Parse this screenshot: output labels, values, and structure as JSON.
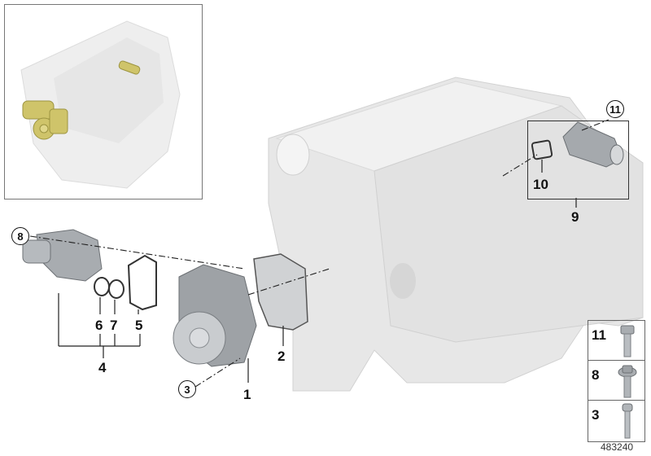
{
  "diagram": {
    "type": "exploded-parts-diagram",
    "subject": "Engine block cooling system - water pump, thermostat, gaskets",
    "image_number": "483240",
    "inset": {
      "description": "overview engine with highlighted parts",
      "highlight_color": "#c8bc5a"
    },
    "callouts": [
      {
        "id": "1",
        "style": "plain"
      },
      {
        "id": "2",
        "style": "plain"
      },
      {
        "id": "3",
        "style": "circled"
      },
      {
        "id": "4",
        "style": "plain"
      },
      {
        "id": "5",
        "style": "plain"
      },
      {
        "id": "6",
        "style": "plain"
      },
      {
        "id": "7",
        "style": "plain"
      },
      {
        "id": "8",
        "style": "circled"
      },
      {
        "id": "9",
        "style": "plain"
      },
      {
        "id": "10",
        "style": "plain"
      },
      {
        "id": "11",
        "style": "circled"
      }
    ],
    "hardware_panel": [
      {
        "number": "11",
        "part": "hex bolt"
      },
      {
        "number": "8",
        "part": "flange hex bolt"
      },
      {
        "number": "3",
        "part": "socket cap bolt"
      }
    ],
    "colors": {
      "part_gray": "#9a9ea3",
      "block_gray": "#e4e4e4",
      "line": "#222222"
    }
  }
}
